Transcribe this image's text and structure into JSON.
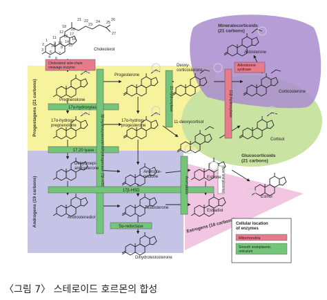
{
  "regions": {
    "progestagens": "Progestagens (21 carbons)",
    "androgens": "Androgens (19 carbons)",
    "mineralocorticoids": "Mineralocorticoids\n(21 carbons)",
    "glucocorticoids": "Glucocorticoids\n(21 carbons)",
    "estrogens": "Estrogens (18 carbons)"
  },
  "compounds": {
    "cholesterol": "Cholesterol",
    "pregnenolone": "Pregnenolone",
    "progesterone": "Progesterone",
    "deoxycorticosterone": "Deoxy-\ncorticosterone",
    "corticosterone": "Corticosterone",
    "aldosterone": "Aldosterone",
    "hydroxypregnenolone": "17α-hydroxy\npregnenolone",
    "hydroxyprogesterone": "17α-hydroxy\nprogesterone",
    "deoxycortisol": "11-deoxycortisol",
    "cortisol": "Cortisol",
    "dhea": "Dehydroepi-\nandrosterone",
    "androstenedione": "Androste-\nnedione",
    "estrone": "Estrone",
    "androstenediol": "Androstenediol",
    "testosterone": "Testosterone",
    "estradiol": "Estradiol",
    "estriol": "Estriol",
    "dht": "Dihydrotestosterone"
  },
  "enzymes": {
    "scc": "Cholesterol side-chain\ncleavage enzyme",
    "hydroxylase17": "17α-hydroxylase",
    "lyase1720": "17,20 lyase",
    "hsd3b": "3β-hydroxysteroid dehydrogenase (3β-HSD)",
    "hydroxylase21": "21-hydroxylase",
    "hydroxylase11": "11β-hydroxylase",
    "aldosynthase": "Aldosterone\nsynthase",
    "hsd17": "17β-HSD",
    "aromatase": "Aromatase",
    "reductase5a": "5α-reductase",
    "liver": "(liver and placenta)"
  },
  "carbon_numbers": [
    "21",
    "22",
    "23",
    "24",
    "25",
    "26",
    "27",
    "18",
    "20",
    "12",
    "17",
    "16",
    "11",
    "13",
    "19",
    "14",
    "15",
    "1",
    "2",
    "9",
    "8",
    "10",
    "3",
    "5",
    "7",
    "4",
    "6"
  ],
  "legend": {
    "title": "Cellular location\nof enzymes",
    "items": [
      {
        "label": "Mitochondria",
        "color": "#e57b8b"
      },
      {
        "label": "Smooth endoplasmic\nreticulum",
        "color": "#74c47a"
      }
    ]
  },
  "caption": {
    "prefix": "〈그림 7〉",
    "text": "스테로이드 호르몬의 합성"
  },
  "colors": {
    "progestagen_zone": "#f6f39c",
    "androgen_zone": "#c5c3e6",
    "mineralocorticoid_zone": "#a98ccf",
    "glucocorticoid_zone": "#c8e3a2",
    "estrogen_zone": "#f2c6e2",
    "mitochondria": "#e57b8b",
    "ser": "#74c47a",
    "group_ring": "#cfcfcf"
  }
}
